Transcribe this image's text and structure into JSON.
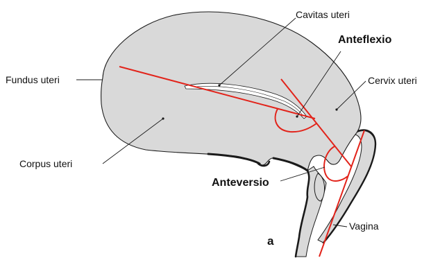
{
  "labels": {
    "cavitas_uteri": "Cavitas uteri",
    "anteflexio": "Anteflexio",
    "fundus_uteri": "Fundus uteri",
    "cervix_uteri": "Cervix uteri",
    "corpus_uteri": "Corpus uteri",
    "anteversio": "Anteversio",
    "vagina": "Vagina",
    "panel": "a"
  },
  "colors": {
    "tissue": "#d9d9d9",
    "outline": "#1a1a1a",
    "axis": "#e2231a",
    "cavity": "#ffffff",
    "text": "#111111"
  }
}
